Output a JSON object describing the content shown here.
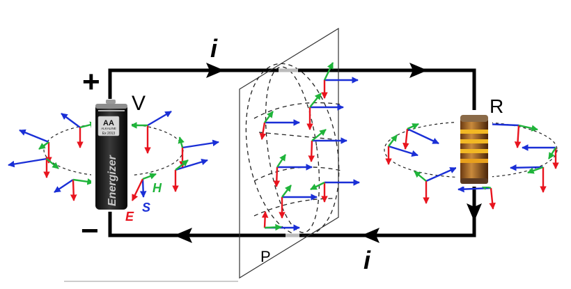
{
  "labels": {
    "current_top": "i",
    "current_bottom": "i",
    "plus": "+",
    "minus": "−",
    "battery": "V",
    "resistor": "R",
    "plane": "P",
    "field_E": "E",
    "field_S": "S",
    "field_H": "H"
  },
  "battery_print": {
    "size": "AA",
    "type": "ALKALINE",
    "date": "Ex 2013",
    "brand": "Energizer"
  },
  "colors": {
    "wire": "#000000",
    "E_field": "#e8141e",
    "S_vector": "#1a2fd6",
    "H_field": "#1fb43a",
    "dashed": "#222222",
    "plane_edge": "#333333"
  },
  "icons": {
    "battery": "aa-battery-icon",
    "resistor": "resistor-icon"
  }
}
